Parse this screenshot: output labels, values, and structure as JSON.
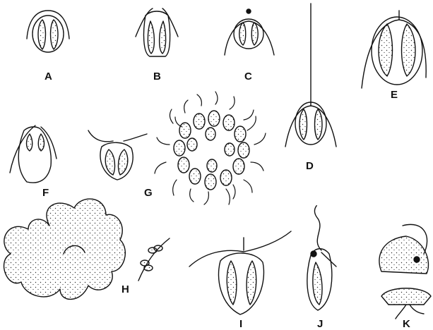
{
  "figure": {
    "panels": [
      {
        "id": "A",
        "label": "A"
      },
      {
        "id": "B",
        "label": "B"
      },
      {
        "id": "C",
        "label": "C"
      },
      {
        "id": "D",
        "label": "D"
      },
      {
        "id": "E",
        "label": "E"
      },
      {
        "id": "F",
        "label": "F"
      },
      {
        "id": "G",
        "label": "G"
      },
      {
        "id": "H",
        "label": "H"
      },
      {
        "id": "I",
        "label": "I"
      },
      {
        "id": "J",
        "label": "J"
      },
      {
        "id": "K",
        "label": "K"
      }
    ]
  }
}
